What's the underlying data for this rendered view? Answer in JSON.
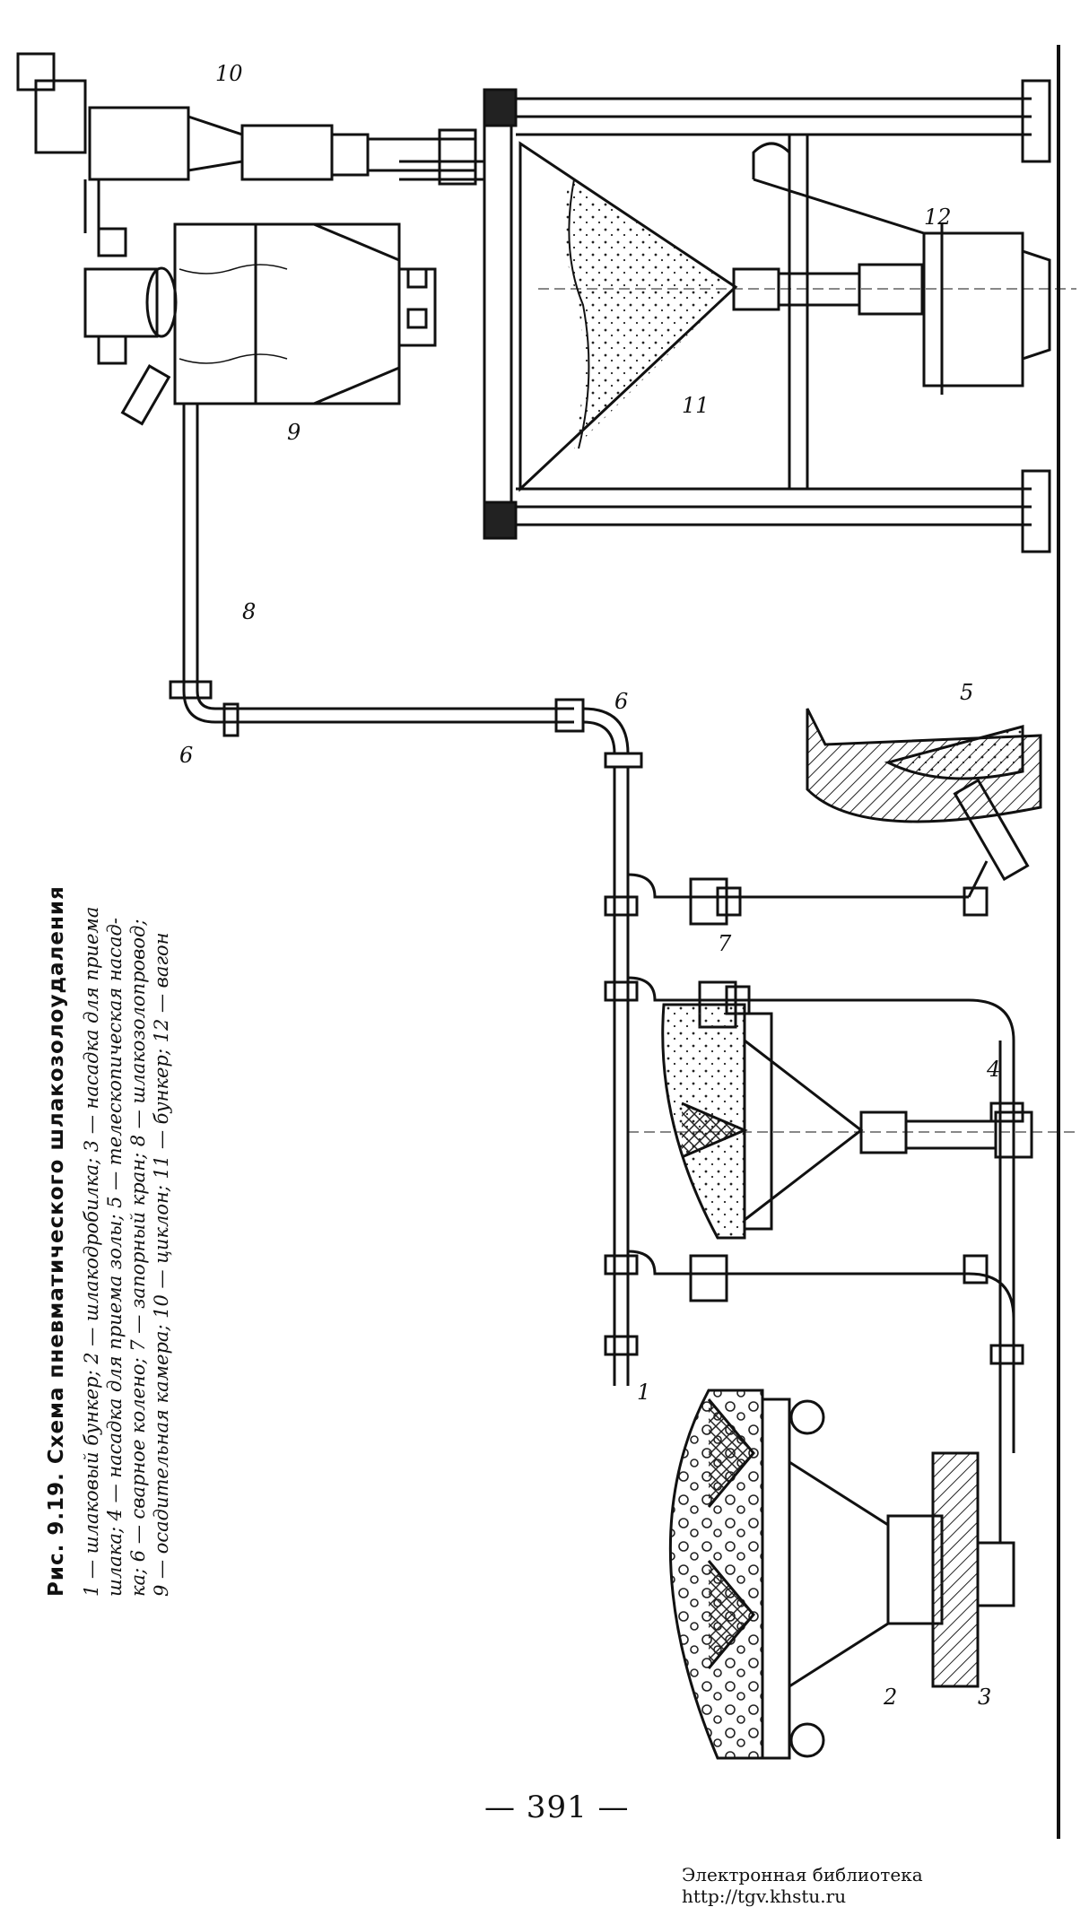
{
  "figure": {
    "title": "Рис. 9.19. Схема пневматического шлакозолоудаления",
    "legend": [
      "1 — шлаковый бункер; 2 — шлакодробилка; 3 — насадка для приема",
      "шлака; 4 — насадка для приема золы; 5 — телескопическая насад-",
      "ка; 6 — сварное колено; 7 — запорный кран; 8 — шлакозолопровод;",
      "9 — осадительная камера; 10 — циклон; 11 — бункер; 12 — вагон"
    ],
    "callouts": [
      "1",
      "2",
      "3",
      "4",
      "5",
      "6",
      "6",
      "7",
      "8",
      "9",
      "10",
      "11",
      "12"
    ]
  },
  "page_number": "— 391 —",
  "footer": "Электронная библиотека http://tgv.khstu.ru"
}
